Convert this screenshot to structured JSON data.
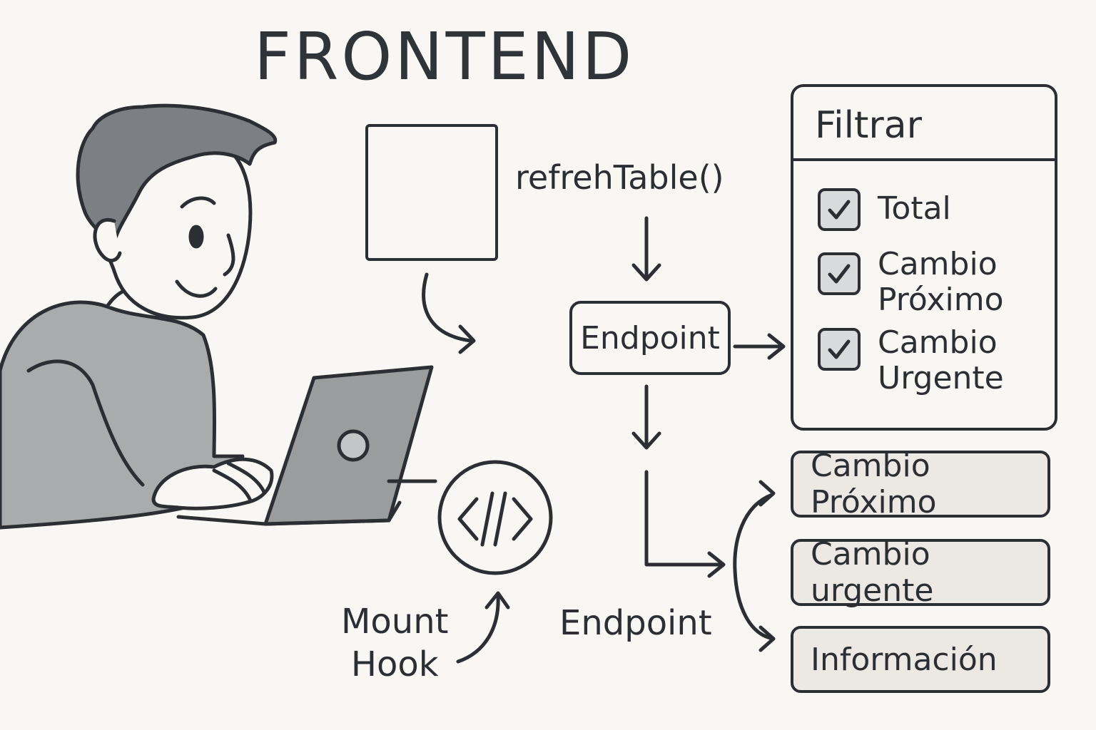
{
  "title": "FRONTEND",
  "function_call": "refrehTable()",
  "endpoint_box_label": "Endpoint",
  "endpoint_bottom_label": "Endpoint",
  "mount_hook": {
    "line1": "Mount",
    "line2": "Hook"
  },
  "filter_panel": {
    "title": "Filtrar",
    "options": [
      {
        "line1": "Total",
        "line2": "",
        "checked": true
      },
      {
        "line1": "Cambio",
        "line2": "Próximo",
        "checked": true
      },
      {
        "line1": "Cambio",
        "line2": "Urgente",
        "checked": true
      }
    ]
  },
  "status_buttons": [
    {
      "label": "Cambio Próximo"
    },
    {
      "label": "Cambio urgente"
    },
    {
      "label": "Información"
    }
  ],
  "colors": {
    "ink": "#2b2f33",
    "paper": "#f8f7f3",
    "button_fill": "#ece8e4",
    "checkbox_fill": "#d9dadb",
    "shirt": "#a9abad",
    "hair": "#7c8084",
    "laptop": "#9a9c9e"
  },
  "icons": [
    "vue-logo-icon",
    "code-icon",
    "check-icon",
    "arrow-icon",
    "developer-illustration"
  ]
}
